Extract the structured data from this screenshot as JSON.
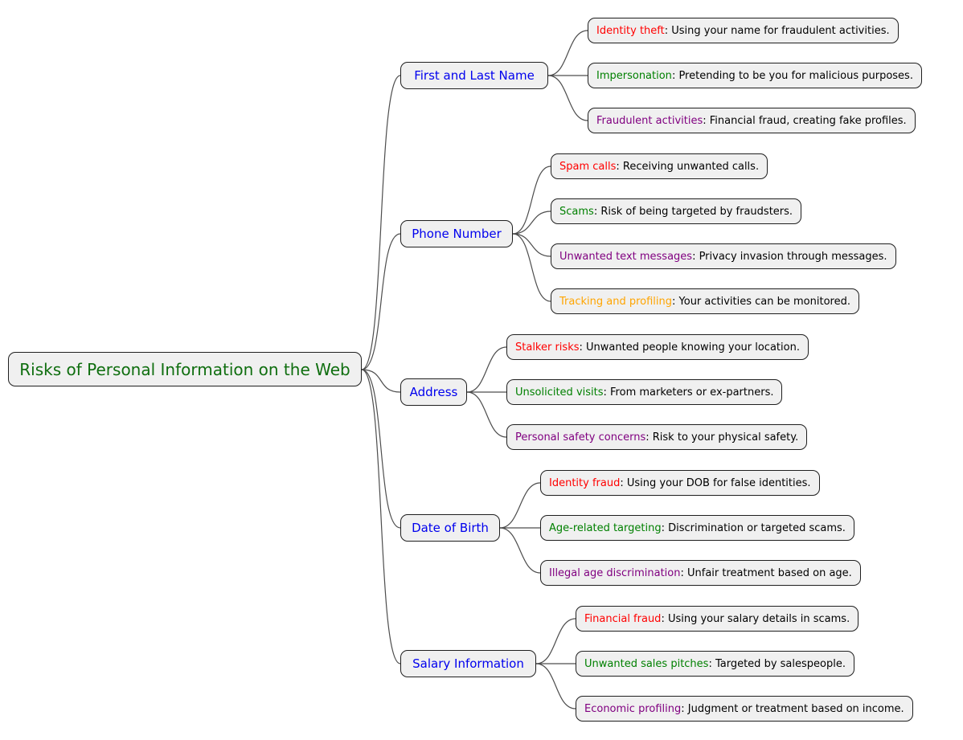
{
  "colors": {
    "node_fill": "#f0f0f0",
    "node_border": "#1f1f1f",
    "edge": "#4d4d4d",
    "background": "#ffffff"
  },
  "root": {
    "label": "Risks of Personal Information on the Web",
    "color": "#0f6e0f"
  },
  "branches": [
    {
      "label": "First and Last Name",
      "label_color": "#0000ee",
      "children": [
        {
          "keyword": "Identity theft",
          "keyword_color": "#ff0000",
          "desc": ": Using your name for fraudulent activities."
        },
        {
          "keyword": "Impersonation",
          "keyword_color": "#008000",
          "desc": ": Pretending to be you for malicious purposes."
        },
        {
          "keyword": "Fraudulent activities",
          "keyword_color": "#800080",
          "desc": ": Financial fraud, creating fake profiles."
        }
      ]
    },
    {
      "label": "Phone Number",
      "label_color": "#0000ee",
      "children": [
        {
          "keyword": "Spam calls",
          "keyword_color": "#ff0000",
          "desc": ": Receiving unwanted calls."
        },
        {
          "keyword": "Scams",
          "keyword_color": "#008000",
          "desc": ": Risk of being targeted by fraudsters."
        },
        {
          "keyword": "Unwanted text messages",
          "keyword_color": "#800080",
          "desc": ": Privacy invasion through messages."
        },
        {
          "keyword": "Tracking and profiling",
          "keyword_color": "#ffa500",
          "desc": ": Your activities can be monitored."
        }
      ]
    },
    {
      "label": "Address",
      "label_color": "#0000ee",
      "children": [
        {
          "keyword": "Stalker risks",
          "keyword_color": "#ff0000",
          "desc": ": Unwanted people knowing your location."
        },
        {
          "keyword": "Unsolicited visits",
          "keyword_color": "#008000",
          "desc": ": From marketers or ex-partners."
        },
        {
          "keyword": "Personal safety concerns",
          "keyword_color": "#800080",
          "desc": ": Risk to your physical safety."
        }
      ]
    },
    {
      "label": "Date of Birth",
      "label_color": "#0000ee",
      "children": [
        {
          "keyword": "Identity fraud",
          "keyword_color": "#ff0000",
          "desc": ": Using your DOB for false identities."
        },
        {
          "keyword": "Age-related targeting",
          "keyword_color": "#008000",
          "desc": ": Discrimination or targeted scams."
        },
        {
          "keyword": "Illegal age discrimination",
          "keyword_color": "#800080",
          "desc": ": Unfair treatment based on age."
        }
      ]
    },
    {
      "label": "Salary Information",
      "label_color": "#0000ee",
      "children": [
        {
          "keyword": "Financial fraud",
          "keyword_color": "#ff0000",
          "desc": ": Using your salary details in scams."
        },
        {
          "keyword": "Unwanted sales pitches",
          "keyword_color": "#008000",
          "desc": ": Targeted by salespeople."
        },
        {
          "keyword": "Economic profiling",
          "keyword_color": "#800080",
          "desc": ": Judgment or treatment based on income."
        }
      ]
    }
  ]
}
